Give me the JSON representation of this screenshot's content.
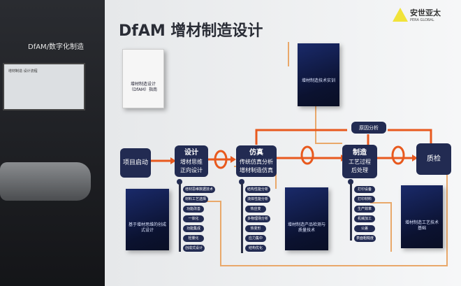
{
  "left_panel": {
    "title": "DfAM/数字化制造",
    "screen_text": "增材制造 设计流程"
  },
  "wall": {
    "title": "DfAM 增材制造设计",
    "logo": {
      "name": "安世亚太",
      "sub": "PERA GLOBAL"
    }
  },
  "flow": {
    "start": "项目启动",
    "design": {
      "title": "设计",
      "lines": [
        "增材思维",
        "正向设计"
      ]
    },
    "simulation": {
      "title": "仿真",
      "lines": [
        "传统仿真分析",
        "增材制造仿真"
      ]
    },
    "manufacturing": {
      "title": "制造",
      "lines": [
        "工艺过程",
        "后处理"
      ]
    },
    "inspection": "质检",
    "root_cause": "原因分析"
  },
  "design_items": [
    "增材思维数据技术",
    "材料工艺选择",
    "功能改善",
    "一体化",
    "功能集成",
    "轻量化",
    "创成式设计"
  ],
  "simulation_items": [
    "结构性能分析",
    "流体性能分析",
    "热应变",
    "多物理场分析",
    "热变形",
    "应力集中",
    "结构优化"
  ],
  "manufacturing_items": [
    "打印设备",
    "打印材料",
    "生产效率",
    "机械加工",
    "公差",
    "表面粗糙度"
  ],
  "books": [
    {
      "title": "增材制造设计（DfAM）指南"
    },
    {
      "title": "增材制造技术实训"
    },
    {
      "title": "基于增材思维的创成式设计"
    },
    {
      "title": "增材制造产品检测与质量技术"
    },
    {
      "title": "增材制造工艺技术基础"
    }
  ],
  "colors": {
    "box": "#222b52",
    "arrow": "#e8591e",
    "line": "#e9a86a"
  }
}
